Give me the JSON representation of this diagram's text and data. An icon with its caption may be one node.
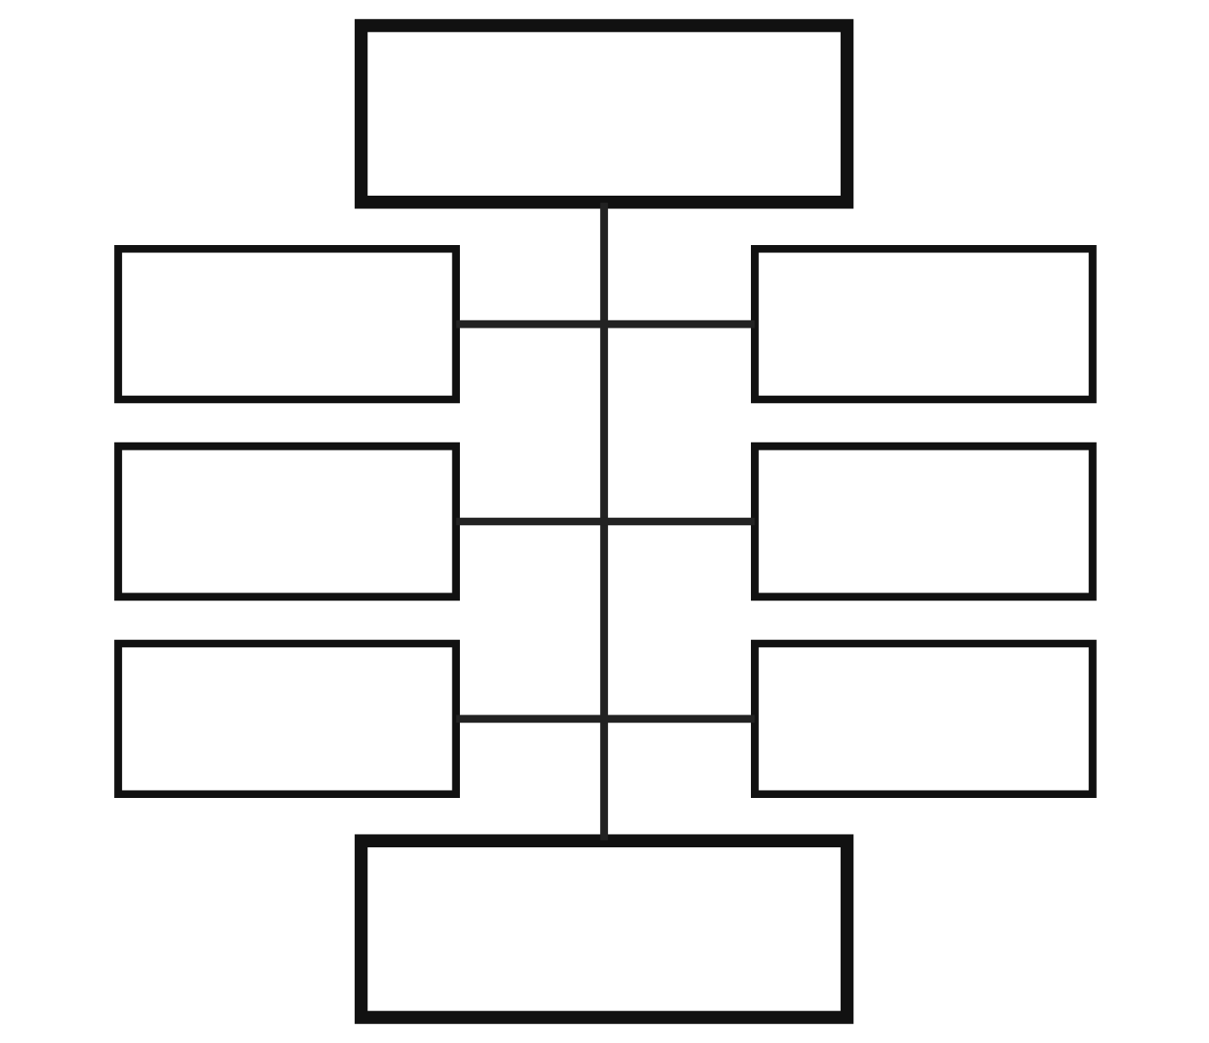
{
  "diagram": {
    "nodes": [
      {
        "text": [],
        "shape": "box"
      },
      {
        "text": [],
        "shape": "box"
      },
      {
        "text": [],
        "shape": "box"
      },
      {
        "text": [],
        "shape": "box"
      },
      {
        "text": [],
        "shape": "box"
      },
      {
        "text": [],
        "shape": "box"
      },
      {
        "text": [],
        "shape": "box"
      },
      {
        "text": [],
        "shape": "box"
      }
    ],
    "edges": [
      {
        "from": 0,
        "to": 7,
        "arrow": "none"
      },
      {
        "from": 1,
        "to": 2,
        "arrow": "none"
      },
      {
        "from": 3,
        "to": 4,
        "arrow": "none"
      },
      {
        "from": 5,
        "to": 6,
        "arrow": "none"
      }
    ]
  }
}
